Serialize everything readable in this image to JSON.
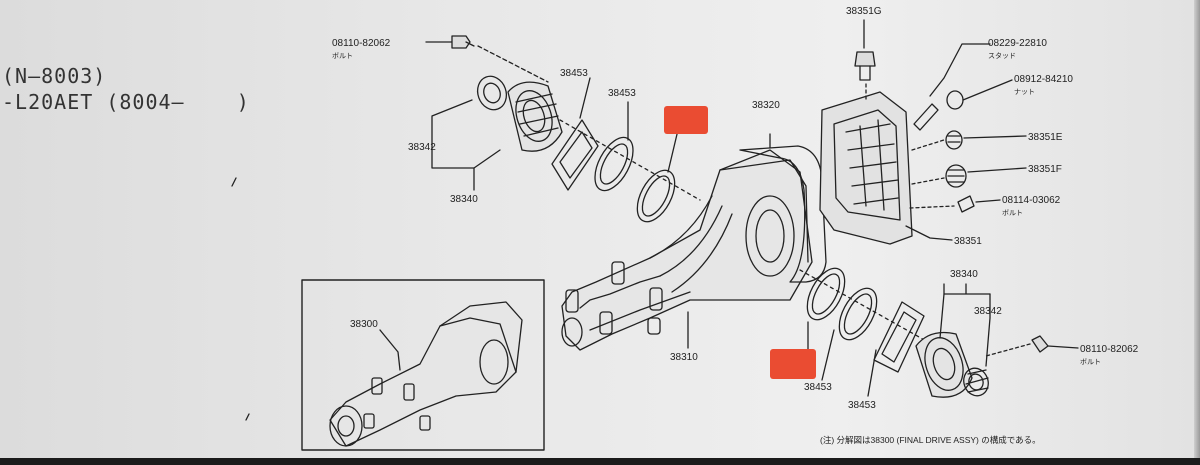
{
  "header": {
    "line1": "(N—8003)",
    "line2": "-L20AET (8004—    )"
  },
  "colors": {
    "paper": "#e9e9e9",
    "ink": "#222222",
    "redaction": "#ea4c32"
  },
  "labels": {
    "p38351G": "38351G",
    "p08229": "08229-22810",
    "p08229_sub": "スタッド",
    "p08912": "08912-84210",
    "p08912_sub": "ナット",
    "p38351E": "38351E",
    "p38351F": "38351F",
    "p08114": "08114-03062",
    "p08114_sub": "ボルト",
    "p38351": "38351",
    "p08110_top": "08110-82062",
    "p08110_top_sub": "ボルト",
    "p38453_a": "38453",
    "p38453_b": "38453",
    "p38342_l": "38342",
    "p38340_l": "38340",
    "p38320": "38320",
    "p38300": "38300",
    "p38310": "38310",
    "p38340_r": "38340",
    "p38342_r": "38342",
    "p08110_r": "08110-82062",
    "p08110_r_sub": "ボルト",
    "p38453_c": "38453",
    "p38453_d": "38453",
    "note": "(注) 分解図は38300 (FINAL DRIVE ASSY) の構成である。"
  }
}
